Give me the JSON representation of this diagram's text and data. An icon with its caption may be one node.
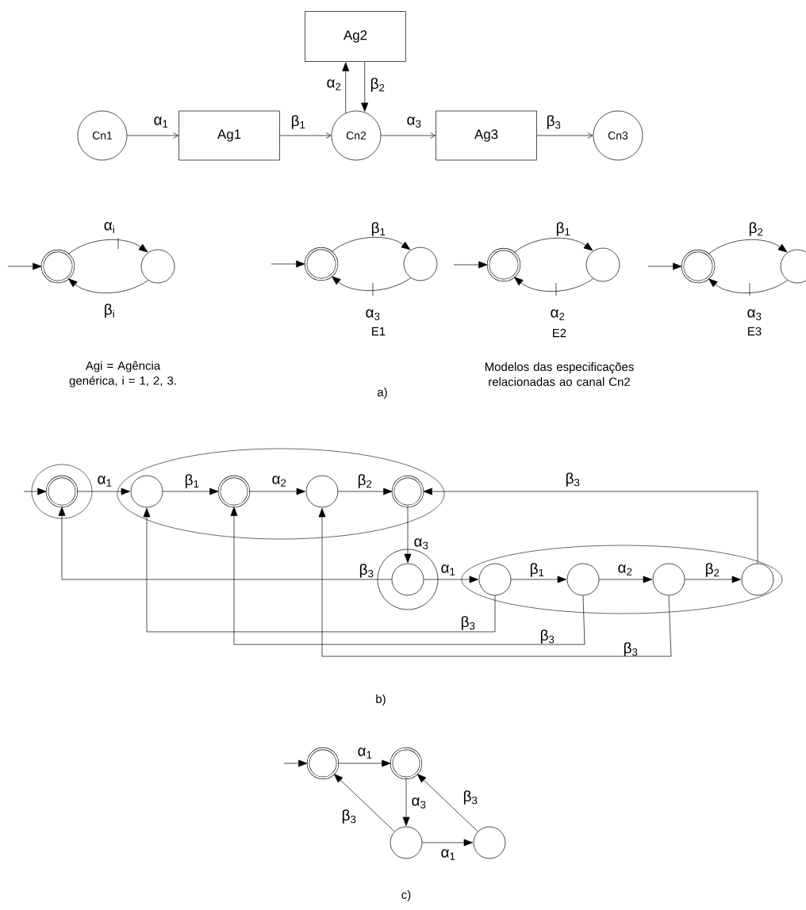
{
  "diagram": {
    "nodes": [
      {
        "text": [
          "Ag2"
        ]
      },
      {
        "text": [
          "Cn1"
        ]
      },
      {
        "text": [
          "Ag1"
        ]
      },
      {
        "text": [
          "Cn2"
        ]
      },
      {
        "text": [
          "Ag3"
        ]
      },
      {
        "text": [
          "Cn3"
        ]
      },
      {
        "text": [],
        "shape": "circle"
      },
      {
        "text": [],
        "shape": "circle"
      },
      {
        "text": [],
        "shape": "circle"
      },
      {
        "text": [],
        "shape": "circle"
      },
      {
        "text": [],
        "shape": "circle"
      },
      {
        "text": [],
        "shape": "circle"
      },
      {
        "text": [],
        "shape": "circle"
      },
      {
        "text": [],
        "shape": "circle"
      },
      {
        "text": [],
        "shape": "ellipse"
      },
      {
        "text": [],
        "shape": "circle",
        "in": 14
      },
      {
        "text": [],
        "shape": "ellipse"
      },
      {
        "text": [],
        "shape": "circle",
        "in": 16
      },
      {
        "text": [],
        "shape": "circle",
        "in": 16
      },
      {
        "text": [],
        "shape": "circle",
        "in": 16
      },
      {
        "text": [],
        "shape": "circle",
        "in": 16
      },
      {
        "text": [],
        "shape": "circle"
      },
      {
        "text": [],
        "shape": "circle",
        "in": 21
      },
      {
        "text": [],
        "shape": "ellipse"
      },
      {
        "text": [],
        "shape": "circle",
        "in": 23
      },
      {
        "text": [],
        "shape": "circle",
        "in": 23
      },
      {
        "text": [],
        "shape": "circle",
        "in": 23
      },
      {
        "text": [],
        "shape": "circle",
        "in": 23
      },
      {
        "text": [],
        "shape": "circle"
      },
      {
        "text": [],
        "shape": "circle"
      },
      {
        "text": [],
        "shape": "circle"
      },
      {
        "text": [],
        "shape": "circle"
      }
    ],
    "edges": [
      {
        "from": 1,
        "to": 2,
        "arrow": "to",
        "label": "α$_{1}$"
      },
      {
        "from": 2,
        "to": 3,
        "arrow": "to",
        "label": "β$_{1}$"
      },
      {
        "from": 3,
        "to": 0,
        "arrow": "to",
        "label": "α$_{2}$"
      },
      {
        "from": 0,
        "to": 3,
        "arrow": "to",
        "label": "β$_{2}$"
      },
      {
        "from": 3,
        "to": 4,
        "arrow": "to",
        "label": "α$_{3}$"
      },
      {
        "from": 4,
        "to": 5,
        "arrow": "to",
        "label": "β$_{3}$"
      },
      {
        "from": null,
        "to": 6,
        "arrow": "to"
      },
      {
        "from": 6,
        "to": 7,
        "arrow": "to",
        "label": "α$_{i}$"
      },
      {
        "from": 7,
        "to": 6,
        "arrow": "to",
        "label": "β$_{i}$"
      },
      {
        "from": null,
        "to": 8,
        "arrow": "to"
      },
      {
        "from": 8,
        "to": 9,
        "arrow": "to",
        "label": "β$_{1}$"
      },
      {
        "from": 9,
        "to": 8,
        "arrow": "to",
        "label": "α$_{3}$"
      },
      {
        "from": null,
        "to": 10,
        "arrow": "to"
      },
      {
        "from": 10,
        "to": 11,
        "arrow": "to",
        "label": "β$_{1}$"
      },
      {
        "from": 11,
        "to": 10,
        "arrow": "to",
        "label": "α$_{2}$"
      },
      {
        "from": null,
        "to": 12,
        "arrow": "to"
      },
      {
        "from": 12,
        "to": 13,
        "arrow": "to",
        "label": "β$_{2}$"
      },
      {
        "from": 13,
        "to": 12,
        "arrow": "to",
        "label": "α$_{3}$"
      },
      {
        "from": null,
        "to": 15,
        "arrow": "to"
      },
      {
        "from": 15,
        "to": 17,
        "arrow": "to",
        "label": "α$_{1}$"
      },
      {
        "from": 17,
        "to": 18,
        "arrow": "to",
        "label": "β$_{1}$"
      },
      {
        "from": 18,
        "to": 19,
        "arrow": "to",
        "label": "α$_{2}$"
      },
      {
        "from": 19,
        "to": 20,
        "arrow": "to",
        "label": "β$_{2}$"
      },
      {
        "from": 20,
        "to": 22,
        "arrow": "to",
        "label": "α$_{3}$"
      },
      {
        "from": 22,
        "to": 15,
        "arrow": "to",
        "label": "β$_{3}$"
      },
      {
        "from": 22,
        "to": 24,
        "arrow": "to",
        "label": "α$_{1}$"
      },
      {
        "from": 24,
        "to": 25,
        "arrow": "to",
        "label": "β$_{1}$"
      },
      {
        "from": 25,
        "to": 26,
        "arrow": "to",
        "label": "α$_{2}$"
      },
      {
        "from": 26,
        "to": 27,
        "arrow": "to",
        "label": "β$_{2}$"
      },
      {
        "from": 27,
        "to": 20,
        "arrow": "to",
        "label": "β$_{3}$"
      },
      {
        "from": 24,
        "to": 17,
        "arrow": "to",
        "label": "β$_{3}$"
      },
      {
        "from": 25,
        "to": 18,
        "arrow": "to",
        "label": "β$_{3}$"
      },
      {
        "from": 26,
        "to": 19,
        "arrow": "to",
        "label": "β$_{3}$"
      },
      {
        "from": null,
        "to": 28,
        "arrow": "to"
      },
      {
        "from": 28,
        "to": 29,
        "arrow": "to",
        "label": "α$_{1}$"
      },
      {
        "from": 29,
        "to": 30,
        "arrow": "to",
        "label": "α$_{3}$"
      },
      {
        "from": 30,
        "to": 28,
        "arrow": "to",
        "label": "β$_{3}$"
      },
      {
        "from": 30,
        "to": 31,
        "arrow": "to",
        "label": "α$_{1}$"
      },
      {
        "from": 31,
        "to": 29,
        "arrow": "to",
        "label": "β$_{3}$"
      }
    ],
    "labels": [
      "E1",
      "E2",
      "E3",
      "Agi = Agência genérica, i = 1, 2, 3.",
      "a)",
      "Modelos das especificações relacionadas ao canal Cn2",
      "b)",
      "c)"
    ]
  }
}
